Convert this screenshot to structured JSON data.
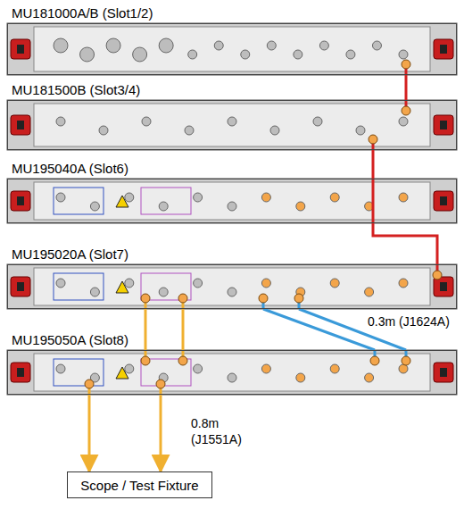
{
  "diagram": {
    "nodes": [
      {
        "text": [
          "MU181000A/B (Slot1/2)"
        ]
      },
      {
        "text": [
          "MU181500B (Slot3/4)"
        ]
      },
      {
        "text": [
          "MU195040A (Slot6)"
        ]
      },
      {
        "text": [
          "MU195020A (Slot7)"
        ]
      },
      {
        "text": [
          "MU195050A (Slot8)"
        ]
      },
      {
        "text": [
          "Scope / Test Fixture"
        ]
      }
    ],
    "edges": [
      {
        "from": 0,
        "to": 1,
        "arrow": "none"
      },
      {
        "from": 1,
        "to": 3,
        "arrow": "none"
      },
      {
        "from": 3,
        "to": 4,
        "arrow": "none"
      },
      {
        "from": 3,
        "to": 4,
        "arrow": "none"
      },
      {
        "from": 3,
        "to": 4,
        "arrow": "none"
      },
      {
        "from": 3,
        "to": 4,
        "arrow": "none"
      },
      {
        "from": 4,
        "to": 5,
        "arrow": "to"
      },
      {
        "from": 4,
        "to": 5,
        "arrow": "to"
      }
    ],
    "labels": [
      "0.3m (J1624A)",
      "0.8m (J1551A)"
    ]
  }
}
